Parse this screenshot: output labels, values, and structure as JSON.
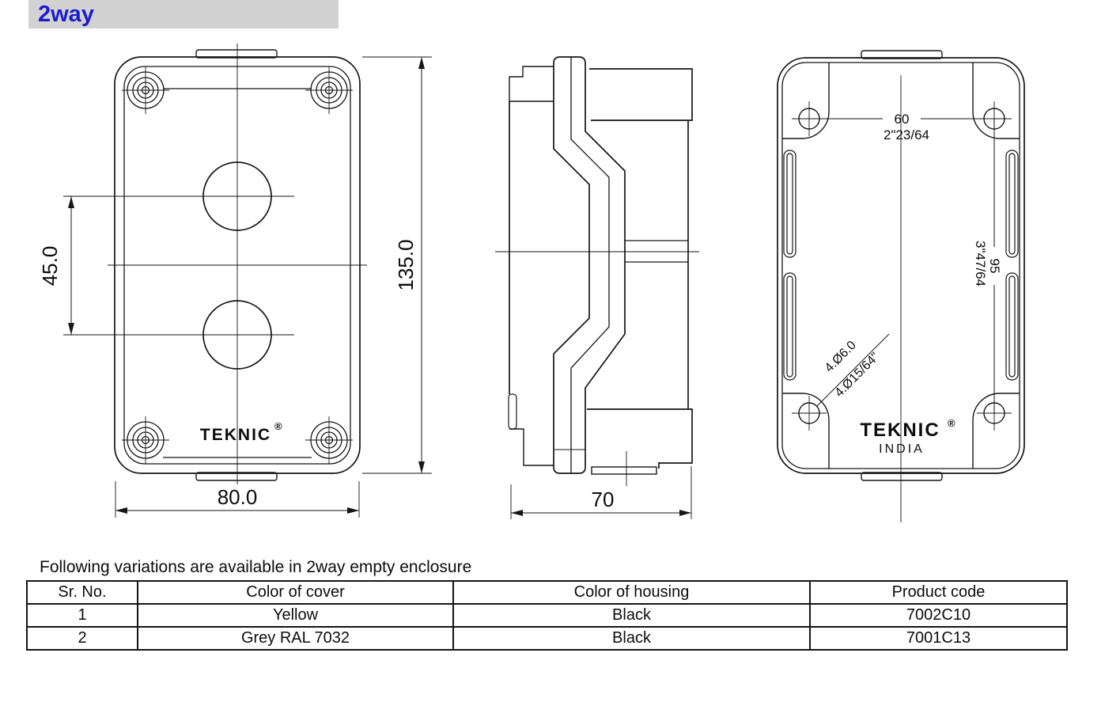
{
  "title": "2way",
  "front_view": {
    "dim_hole_spacing": "45.0",
    "dim_height": "135.0",
    "dim_width": "80.0",
    "logo": "TEKNIC",
    "registered": "®"
  },
  "side_view": {
    "dim_depth": "70"
  },
  "back_view": {
    "dim_hole_pitch_h_mm": "60",
    "dim_hole_pitch_h_in": "2\"23/64",
    "dim_hole_pitch_v_mm": "95",
    "dim_hole_pitch_v_in": "3\"47/64",
    "dim_mount_holes_mm": "4.Ø6.0",
    "dim_mount_holes_in": "4.Ø15/64\"",
    "logo": "TEKNIC",
    "registered": "®",
    "logo_sub": "INDIA"
  },
  "caption": "Following variations are available in 2way empty enclosure",
  "table": {
    "headers": [
      "Sr. No.",
      "Color of cover",
      "Color of housing",
      "Product code"
    ],
    "rows": [
      [
        "1",
        "Yellow",
        "Black",
        "7002C10"
      ],
      [
        "2",
        "Grey RAL 7032",
        "Black",
        "7001C13"
      ]
    ]
  },
  "colors": {
    "title_text": "#1c1ccd",
    "title_bg": "#d2d2d2",
    "line": "#161616"
  }
}
